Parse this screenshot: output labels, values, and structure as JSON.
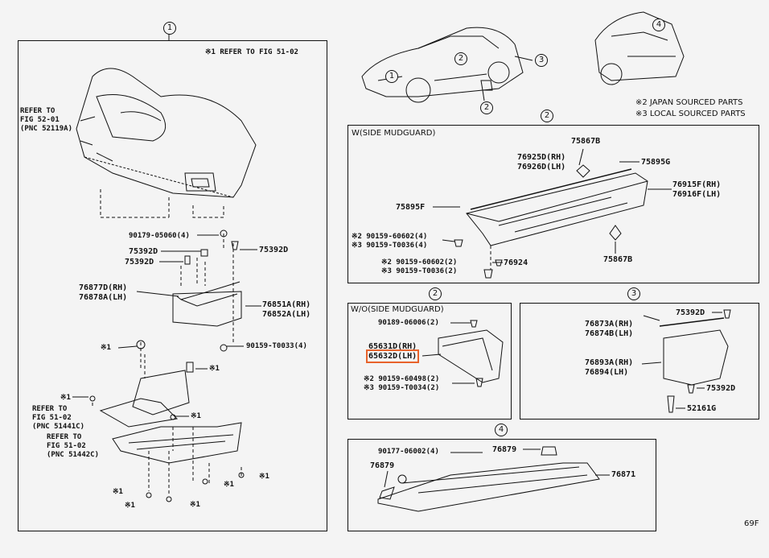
{
  "sec1": {
    "num": "1",
    "note": "※1 REFER TO FIG 51-02",
    "ref1": [
      "REFER TO",
      "FIG 52-01",
      "(PNC 52119A)"
    ],
    "ref2": [
      "REFER TO",
      "FIG 51-02",
      "(PNC 51441C)"
    ],
    "ref3": [
      "REFER TO",
      "FIG 51-02",
      "(PNC 51442C)"
    ],
    "p_90179": "90179-05060(4)",
    "p_75392D_r": "75392D",
    "p_75392D_a": "75392D",
    "p_75392D_b": "75392D",
    "p_76877D": "76877D(RH)",
    "p_76878A": "76878A(LH)",
    "p_76851A": "76851A(RH)",
    "p_76852A": "76852A(LH)",
    "p_90159": "90159-T0033(4)",
    "mark": "※1"
  },
  "overview": {
    "notes": [
      "※2 JAPAN SOURCED PARTS",
      "※3 LOCAL SOURCED PARTS"
    ],
    "c1": "1",
    "c2a": "2",
    "c2b": "2",
    "c3": "3",
    "c4": "4"
  },
  "sec2w": {
    "num": "2",
    "title": "W(SIDE MUDGUARD)",
    "p_75867B_a": "75867B",
    "p_76925D": "76925D(RH)",
    "p_76926D": "76926D(LH)",
    "p_75895G": "75895G",
    "p_76915F": "76915F(RH)",
    "p_76916F": "76916F(LH)",
    "p_75895F": "75895F",
    "p_90159_1": "※2 90159-60602(4)",
    "p_90159_2": "※3 90159-T0036(4)",
    "p_75867B_b": "75867B",
    "p_90159_3": "※2 90159-60602(2)",
    "p_90159_4": "※3 90159-T0036(2)",
    "p_76924": "76924"
  },
  "sec2wo": {
    "num": "2",
    "title": "W/O(SIDE MUDGUARD)",
    "p_90189": "90189-06006(2)",
    "p_65631D": "65631D(RH)",
    "p_65632D": "65632D(LH)",
    "p_90159_1": "※2 90159-60498(2)",
    "p_90159_2": "※3 90159-T0034(2)"
  },
  "sec3": {
    "num": "3",
    "p_75392D_a": "75392D",
    "p_76873A": "76873A(RH)",
    "p_76874B": "76874B(LH)",
    "p_76893A": "76893A(RH)",
    "p_76894": "76894(LH)",
    "p_75392D_b": "75392D",
    "p_52161G": "52161G"
  },
  "sec4": {
    "num": "4",
    "p_90177": "90177-06002(4)",
    "p_76879_a": "76879",
    "p_76879_b": "76879",
    "p_76871": "76871"
  },
  "page_code": "69F"
}
